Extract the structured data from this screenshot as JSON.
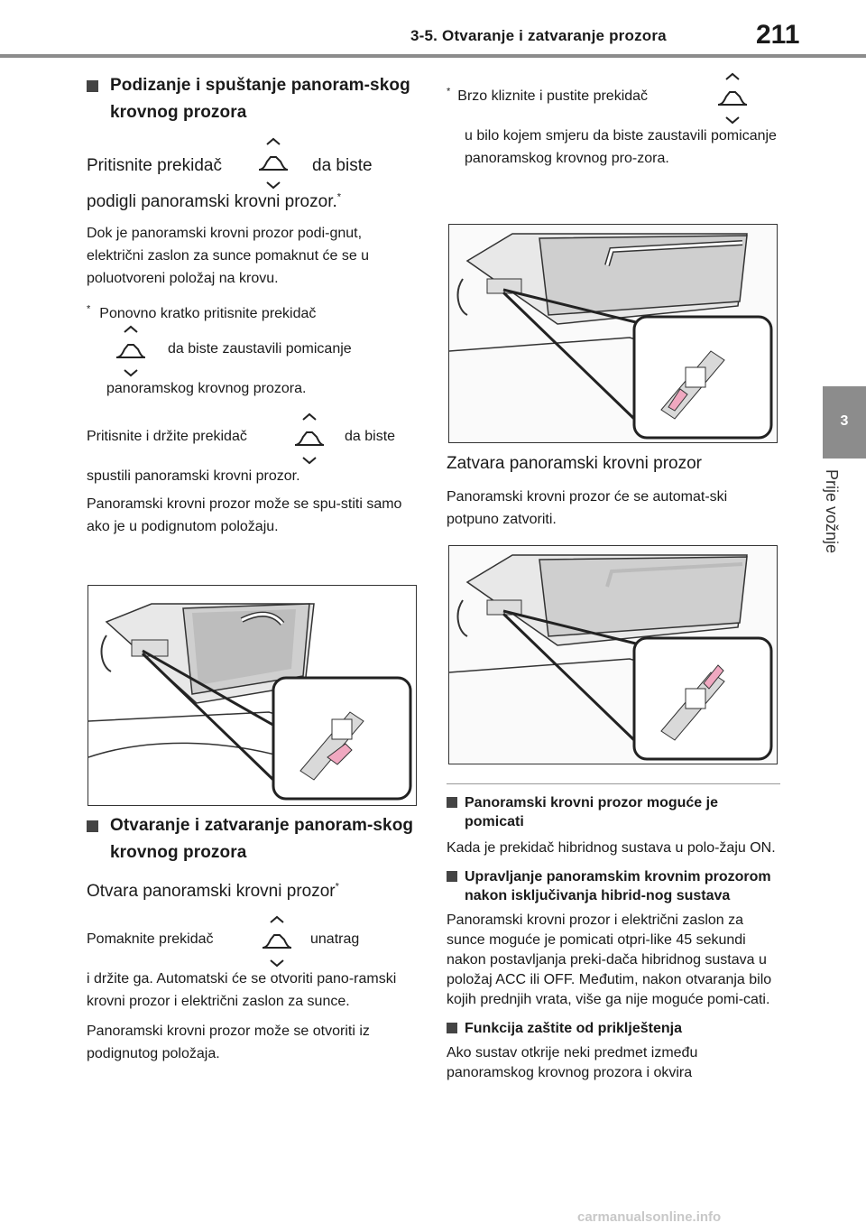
{
  "header": {
    "title": "3-5. Otvaranje i zatvaranje prozora",
    "page_number": "211"
  },
  "side": {
    "chapter_number": "3",
    "chapter_title": "Prije vožnje"
  },
  "left": {
    "sec1_heading": "Podizanje i spuštanje panoram-skog krovnog prozora",
    "press_pre": "Pritisnite prekidač",
    "press_post": "da biste",
    "press_cont": "podigli panoramski krovni prozor.",
    "star": "*",
    "tilt_para": "Dok je panoramski krovni prozor podi-gnut, električni zaslon za sunce pomaknut će se u poluotvoreni položaj na krovu.",
    "note_mark": "*:",
    "note_line1": "Ponovno kratko pritisnite prekidač",
    "note_line2": "da biste zaustavili pomicanje",
    "note_line3": "panoramskog krovnog prozora.",
    "hold_pre": "Pritisnite i držite prekidač",
    "hold_post": "da biste",
    "hold_cont": "spustili panoramski krovni prozor.",
    "hold_para": "Panoramski krovni prozor može se spu-stiti samo ako je u podignutom položaju.",
    "sec2_heading": "Otvaranje i zatvaranje panoram-skog krovnog prozora",
    "open_heading": "Otvara panoramski krovni prozor",
    "move_pre": "Pomaknite prekidač",
    "move_post": "unatrag",
    "move_para": "i držite ga. Automatski će se otvoriti pano-ramski krovni prozor i električni zaslon za sunce.",
    "move_para2": "Panoramski krovni prozor može se otvoriti iz podignutog položaja."
  },
  "right": {
    "note_mark": "*:",
    "note_line1": "Brzo kliznite i pustite prekidač",
    "note_line2": "u bilo kojem smjeru da biste zaustavili pomicanje panoramskog krovnog pro-zora.",
    "close_heading": "Zatvara panoramski krovni prozor",
    "close_para": "Panoramski krovni prozor će se automat-ski potpuno zatvoriti.",
    "sub1_heading": "Panoramski krovni prozor moguće je pomicati",
    "sub1_para": "Kada je prekidač hibridnog sustava u polo-žaju ON.",
    "sub2_heading": "Upravljanje panoramskim krovnim prozorom nakon isključivanja hibrid-nog sustava",
    "sub2_para": "Panoramski krovni prozor i električni zaslon za sunce moguće je pomicati otpri-like 45 sekundi nakon postavljanja preki-dača hibridnog sustava u položaj ACC ili OFF. Međutim, nakon otvaranja bilo kojih prednjih vrata, više ga nije moguće pomi-cati.",
    "sub3_heading": "Funkcija zaštite od priklještenja",
    "sub3_para": "Ako sustav otkrije neki predmet između panoramskog krovnog prozora i okvira"
  },
  "footer": {
    "watermark": "carmanualsonline.info"
  },
  "colors": {
    "rule": "#8c8c8c",
    "accent_arrow": "#f0a8c0",
    "text": "#1a1a1a"
  }
}
